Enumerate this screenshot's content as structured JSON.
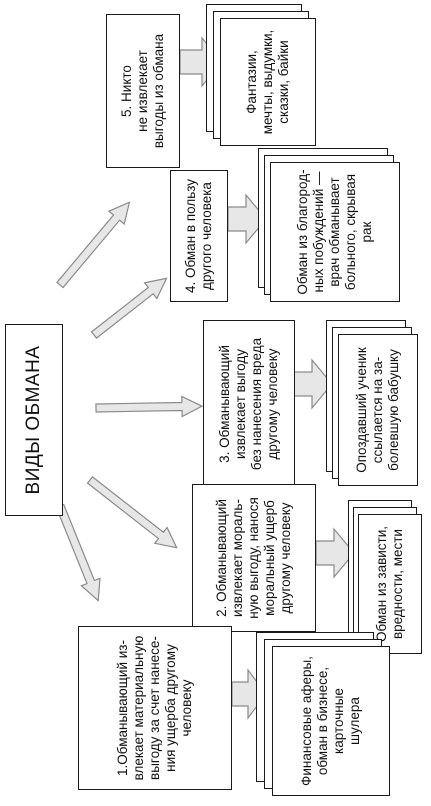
{
  "diagram": {
    "center": {
      "label": "ВИДЫ ОБМАНА"
    },
    "categories": [
      {
        "id": "cat1",
        "label": "1.Обманывающий из-\nвлекает материальную\nвыгоду за счет нанесе-\nния ущерба другому\nчеловеку"
      },
      {
        "id": "cat2",
        "label": "2. Обманывающий\nизвлекает мораль-\nную выгоду, нанося\nморальный ущерб\nдругому человеку"
      },
      {
        "id": "cat3",
        "label": "3. Обманывающий\nизвлекает выгоду\nбез нанесения вреда\nдругому человеку"
      },
      {
        "id": "cat4",
        "label": "4. Обман в пользу\nдругого человека"
      },
      {
        "id": "cat5",
        "label": "5. Никто\nне извлекает\nвыгоды из обмана"
      }
    ],
    "examples": [
      {
        "id": "ex1",
        "label": "Финансовые аферы,\nобман в бизнесе,\nкарточные\nшулера"
      },
      {
        "id": "ex2",
        "label": "Обман из зависти,\nвредности, мести"
      },
      {
        "id": "ex3",
        "label": "Опоздавший ученик\nссылается на за-\nболевшую бабушку"
      },
      {
        "id": "ex4",
        "label": "Обман из благород-\nных побуждений —\nврач обманывает\nбольного, скрывая\nрак"
      },
      {
        "id": "ex5",
        "label": "Фантазии,\nмечты, выдумки,\nсказки, байки"
      }
    ]
  }
}
